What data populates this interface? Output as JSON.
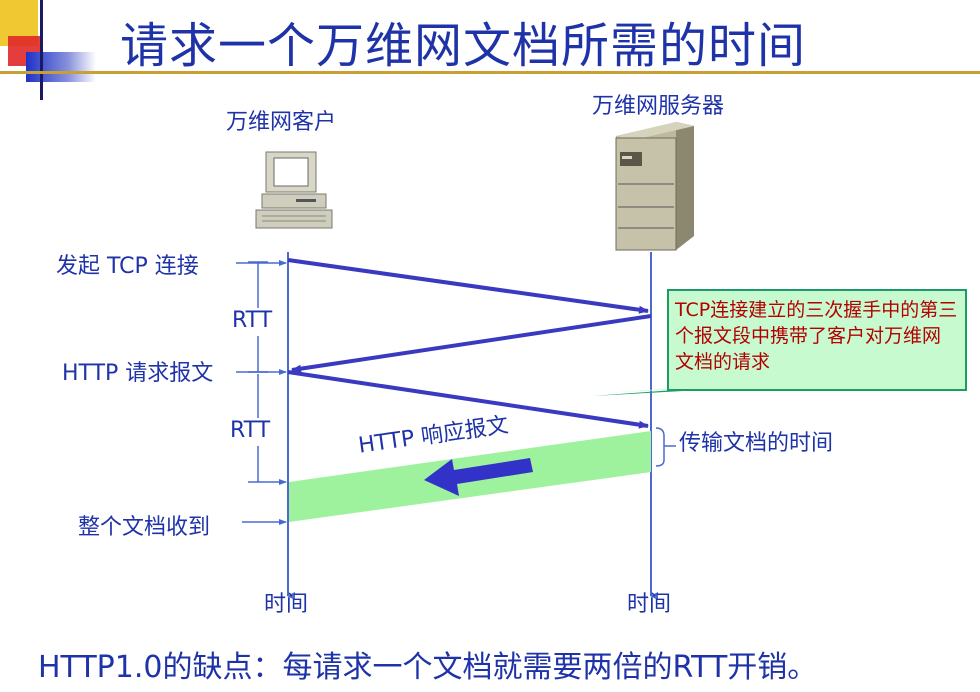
{
  "title": "请求一个万维网文档所需的时间",
  "client_label": "万维网客户",
  "server_label": "万维网服务器",
  "events": {
    "tcp_connect": "发起 TCP 连接",
    "http_request": "HTTP 请求报文",
    "doc_received": "整个文档收到"
  },
  "rtt_labels": [
    "RTT",
    "RTT"
  ],
  "response_label": "HTTP 响应报文",
  "transfer_time_label": "传输文档的时间",
  "time_labels": [
    "时间",
    "时间"
  ],
  "note": "TCP连接建立的三次握手中的第三个报文段中携带了客户对万维网文档的请求",
  "footer": "HTTP1.0的缺点：每请求一个文档就需要两倍的RTT开销。",
  "colors": {
    "arrow": "#3a3ac0",
    "timeline": "#4a6ad0",
    "response_band": "#9ef29e",
    "note_bg": "#c8fad0",
    "note_border": "#1e9a68",
    "note_text": "#b40000"
  },
  "icons": [
    "client-computer-icon",
    "server-tower-icon"
  ]
}
